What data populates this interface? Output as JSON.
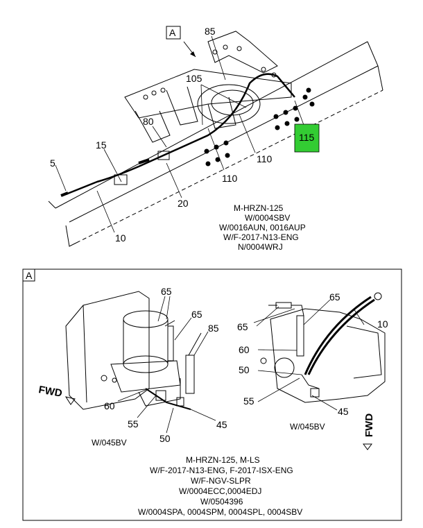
{
  "top_view": {
    "detail_ref": "A",
    "highlight_color": "#33cc33",
    "callouts": {
      "c85": "85",
      "c105": "105",
      "c80": "80",
      "c15": "15",
      "c5": "5",
      "c110a": "110",
      "c110b": "110",
      "c20": "20",
      "c10": "10",
      "c115": "115"
    },
    "notes": [
      "M-HRZN-125",
      "W/0004SBV",
      "W/0016AUN, 0016AUP",
      "W/F-2017-N13-ENG",
      "N/0004WRJ"
    ]
  },
  "detail_view": {
    "label": "A",
    "left": {
      "callouts": {
        "c65a": "65",
        "c65b": "65",
        "c85": "85",
        "c60": "60",
        "c55": "55",
        "c50": "50",
        "c45": "45"
      },
      "fwd": "FWD",
      "caption": "W/045BV"
    },
    "right": {
      "callouts": {
        "c65a": "65",
        "c65b": "65",
        "c10": "10",
        "c60": "60",
        "c50": "50",
        "c55": "55",
        "c45": "45"
      },
      "fwd": "FWD",
      "caption": "W/045BV"
    },
    "notes": [
      "M-HRZN-125, M-LS",
      "W/F-2017-N13-ENG, F-2017-ISX-ENG",
      "W/F-NGV-SLPR",
      "W/0004ECC,0004EDJ",
      "W/0504396",
      "W/0004SPA, 0004SPM, 0004SPL, 0004SBV"
    ]
  }
}
